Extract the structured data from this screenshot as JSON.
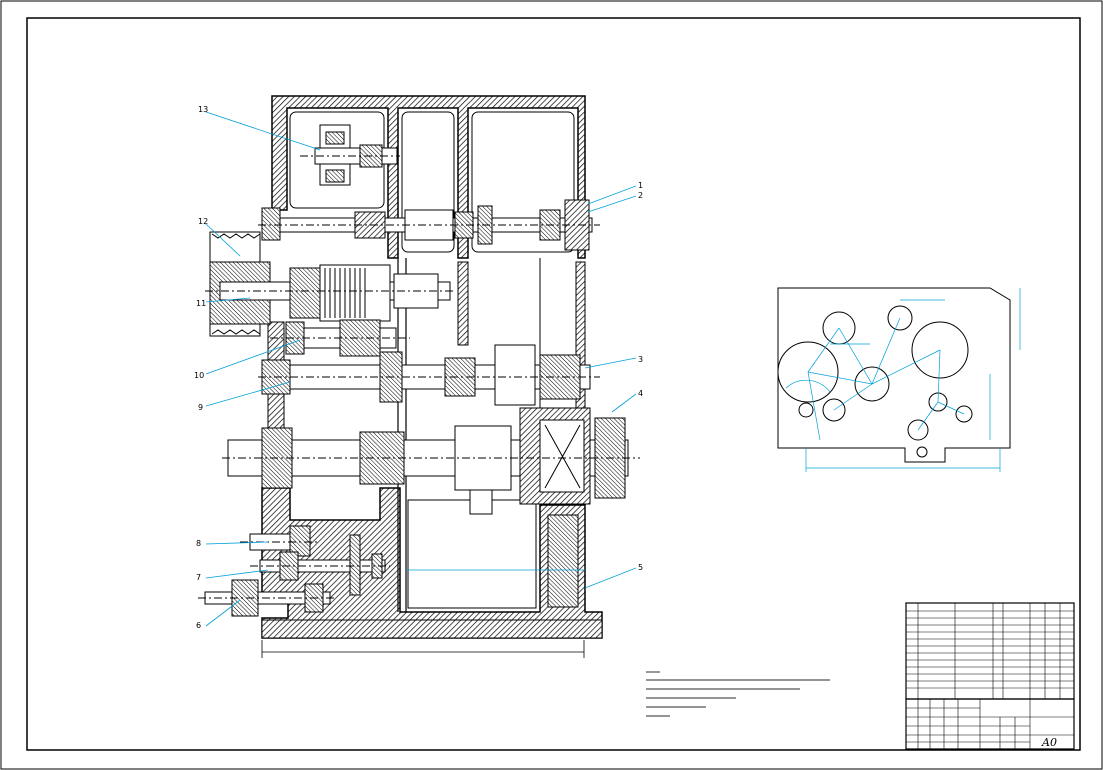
{
  "drawing": {
    "format": "A0",
    "part_callouts": [
      "1",
      "2",
      "3",
      "4",
      "5",
      "6",
      "7",
      "8",
      "9",
      "10",
      "11",
      "12",
      "13"
    ]
  },
  "colors": {
    "line": "#000000",
    "leader": "#00a0d8",
    "background": "#ffffff"
  }
}
